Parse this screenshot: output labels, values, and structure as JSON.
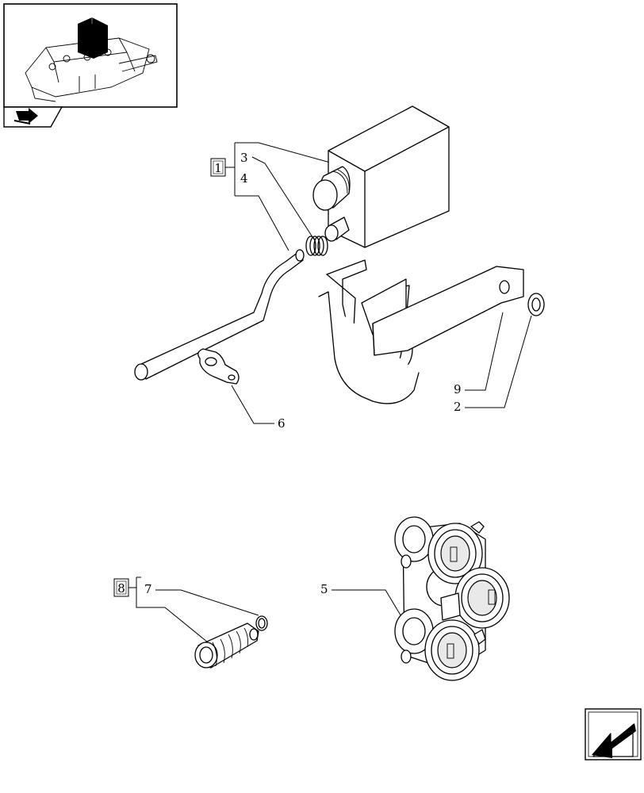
{
  "callouts": {
    "group_a": "1",
    "p3": "3",
    "p4": "4",
    "p6": "6",
    "p9": "9",
    "p2": "2",
    "group_b": "8",
    "p7": "7",
    "p5": "5"
  },
  "icons": {
    "thumbnail": "tractor-lift-cover-thumbnail",
    "thumb_nav": "forward-arrow-icon",
    "corner_nav": "back-arrow-icon"
  }
}
